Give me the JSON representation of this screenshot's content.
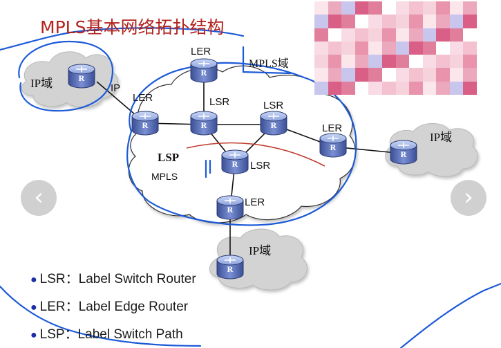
{
  "title": "MPLS基本网络拓扑结构",
  "router_letter": "R",
  "labels": {
    "ip_domain": "IP域",
    "ip_link": "IP",
    "ler": "LER",
    "lsr": "LSR",
    "lsp": "LSP",
    "mpls": "MPLS",
    "mpls_domain": "MPLS域"
  },
  "legend": [
    {
      "abbr": "LSR",
      "full": "Label Switch Router"
    },
    {
      "abbr": "LER",
      "full": "Label Edge Router"
    },
    {
      "abbr": "LSP",
      "full": "Label Switch Path"
    }
  ],
  "nav": {
    "prev": "‹",
    "next": "›"
  },
  "colors": {
    "title": "#b2231e",
    "annotation_ink": "#1c5ad8",
    "lsp_path": "#c0392b",
    "cloud": "#d0d0d0",
    "router_body": "#5a6fb0"
  }
}
